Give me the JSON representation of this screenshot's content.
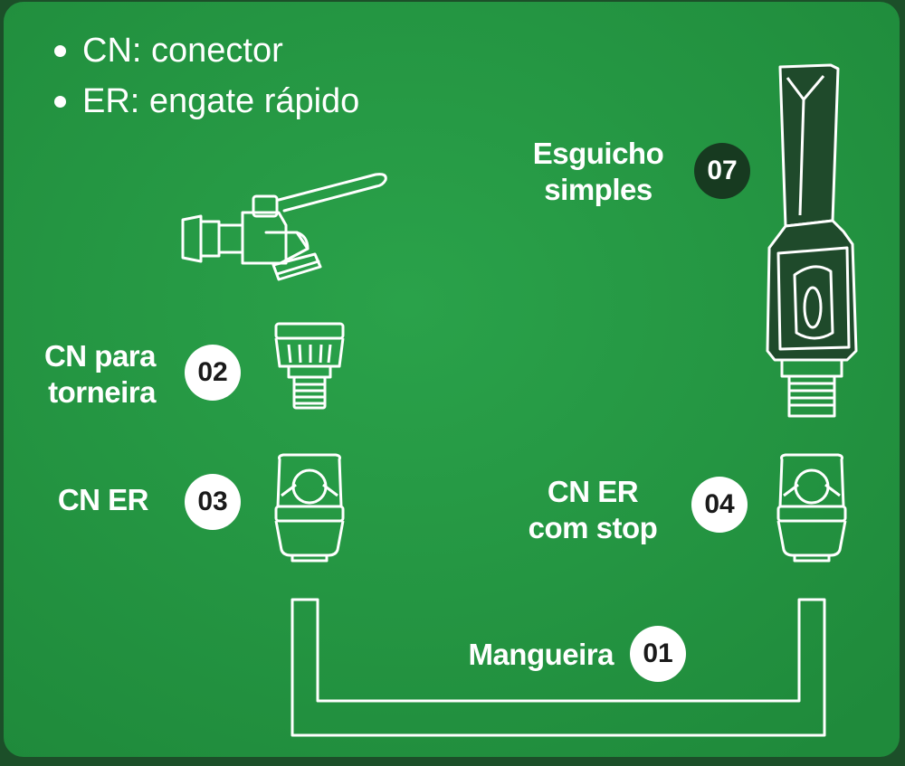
{
  "legend": {
    "items": [
      "CN: conector",
      "ER: engate rápido"
    ]
  },
  "parts": {
    "p01": {
      "number": "01",
      "name": "Mangueira"
    },
    "p02": {
      "name_line1": "CN para",
      "name_line2": "torneira",
      "number": "02"
    },
    "p03": {
      "name": "CN ER",
      "number": "03"
    },
    "p04": {
      "name_line1": "CN ER",
      "name_line2": "com stop",
      "number": "04"
    },
    "p07": {
      "name_line1": "Esguicho",
      "name_line2": "simples",
      "number": "07"
    }
  },
  "colors": {
    "background": "#249a43",
    "frame": "#1c4f29",
    "line_art": "#ffffff",
    "dark_badge": "#173a20",
    "nozzle_body": "#1f4a2b"
  },
  "icons": [
    "faucet-icon",
    "tap-connector-icon",
    "quick-connector-icon",
    "quick-connector-stop-icon",
    "spray-nozzle-icon",
    "hose-icon"
  ]
}
